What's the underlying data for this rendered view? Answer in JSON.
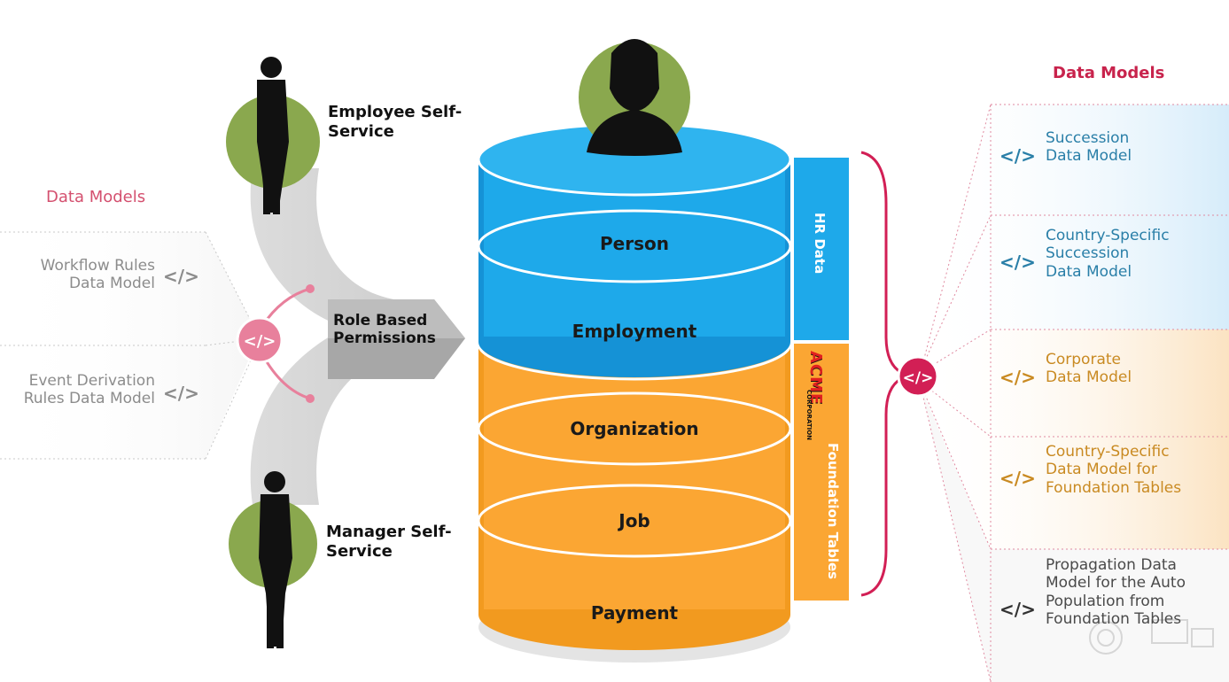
{
  "left": {
    "title": "Data Models",
    "models": [
      {
        "line1": "Workflow Rules",
        "line2": "Data Model"
      },
      {
        "line1": "Event Derivation",
        "line2": "Rules Data Model"
      }
    ],
    "code_glyph": "</>"
  },
  "roles": {
    "employee": {
      "line1": "Employee Self-",
      "line2": "Service"
    },
    "manager": {
      "line1": "Manager Self-",
      "line2": "Service"
    },
    "permissions": {
      "line1": "Role Based",
      "line2": "Permissions"
    }
  },
  "database": {
    "layers": [
      "Person",
      "Employment",
      "Organization",
      "Job",
      "Payment"
    ],
    "hr_label": "HR Data",
    "foundation_label": "Foundation Tables",
    "logo_text": "ACME",
    "logo_sub": "CORPORATION"
  },
  "right": {
    "title": "Data Models",
    "code_glyph": "</>",
    "models": [
      {
        "lines": [
          "Succession",
          "Data Model"
        ],
        "color": "#2a7fa8"
      },
      {
        "lines": [
          "Country-Specific",
          "Succession",
          "Data Model"
        ],
        "color": "#2a7fa8"
      },
      {
        "lines": [
          "Corporate",
          "Data Model"
        ],
        "color": "#c98a22"
      },
      {
        "lines": [
          "Country-Specific",
          "Data Model for",
          "Foundation Tables"
        ],
        "color": "#c98a22"
      },
      {
        "lines": [
          "Propagation Data",
          "Model for the Auto",
          "Population from",
          "Foundation Tables"
        ],
        "color": "#4a4a4a"
      }
    ]
  },
  "colors": {
    "blue": "#1ea9ea",
    "orange": "#fba633",
    "green": "#8aa84e",
    "pink": "#e8809c",
    "crimson": "#d21f55"
  }
}
